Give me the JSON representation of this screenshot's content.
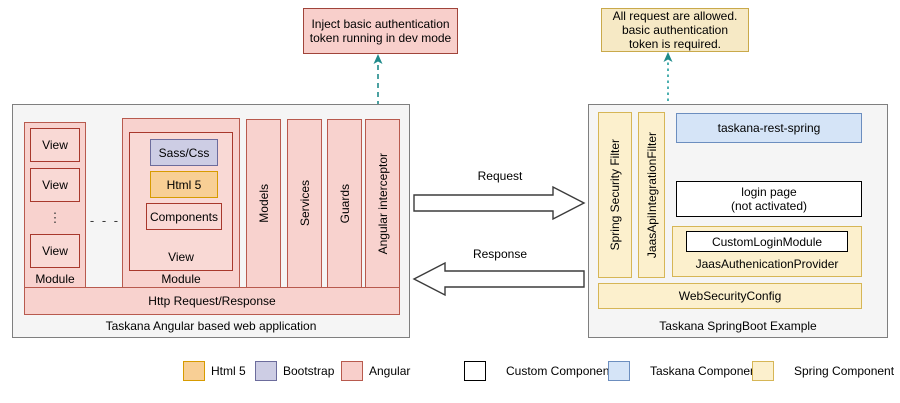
{
  "notes": {
    "angular_interceptor_note": "Inject basic authentication token running in dev mode",
    "spring_filter_note": "All request are allowed. basic authentication token is required."
  },
  "left_panel": {
    "caption": "Taskana Angular based web application",
    "module_a": {
      "label": "Module",
      "views": [
        "View",
        "View",
        "View"
      ],
      "ellipsis": "⋮"
    },
    "between_modules": "- - -",
    "module_b": {
      "label": "Module",
      "view_label": "View",
      "items": [
        "Sass/Css",
        "Html 5",
        "Components"
      ]
    },
    "columns": [
      "Models",
      "Services",
      "Guards",
      "Angular interceptor"
    ],
    "http_bar": "Http Request/Response"
  },
  "flow": {
    "request_label": "Request",
    "response_label": "Response"
  },
  "right_panel": {
    "caption": "Taskana SpringBoot Example",
    "filters": [
      "Spring Security Filter",
      "JaasApiIntegrationFilter"
    ],
    "rest_spring": "taskana-rest-spring",
    "login_page": "login page\n(not activated)",
    "provider": {
      "inner": "CustomLoginModule",
      "label": "JaasAuthenicationProvider"
    },
    "web_security_config": "WebSecurityConfig"
  },
  "legend": {
    "items": [
      {
        "label": "Html 5",
        "swatch": "html5"
      },
      {
        "label": "Bootstrap",
        "swatch": "bootstrap"
      },
      {
        "label": "Angular",
        "swatch": "angular"
      },
      {
        "label": "Custom Component",
        "swatch": "custom"
      },
      {
        "label": "Taskana Component",
        "swatch": "taskana"
      },
      {
        "label": "Spring Component",
        "swatch": "spring"
      }
    ]
  },
  "colors": {
    "angular": "#f8cfcb",
    "angular_border": "#b85a4e",
    "spring": "#fcf0cd",
    "spring_border": "#d6b656",
    "taskana": "#d5e4f7",
    "taskana_border": "#6c8ebf",
    "html5": "#f8cf95",
    "html5_border": "#d79b00",
    "bootstrap": "#cdcde4",
    "bootstrap_border": "#6c6c9c",
    "custom": "#ffffff",
    "custom_border": "#000000",
    "panel_bg": "#f5f5f5",
    "panel_border": "#7f7f7f",
    "connector": "#1f8a8a"
  }
}
